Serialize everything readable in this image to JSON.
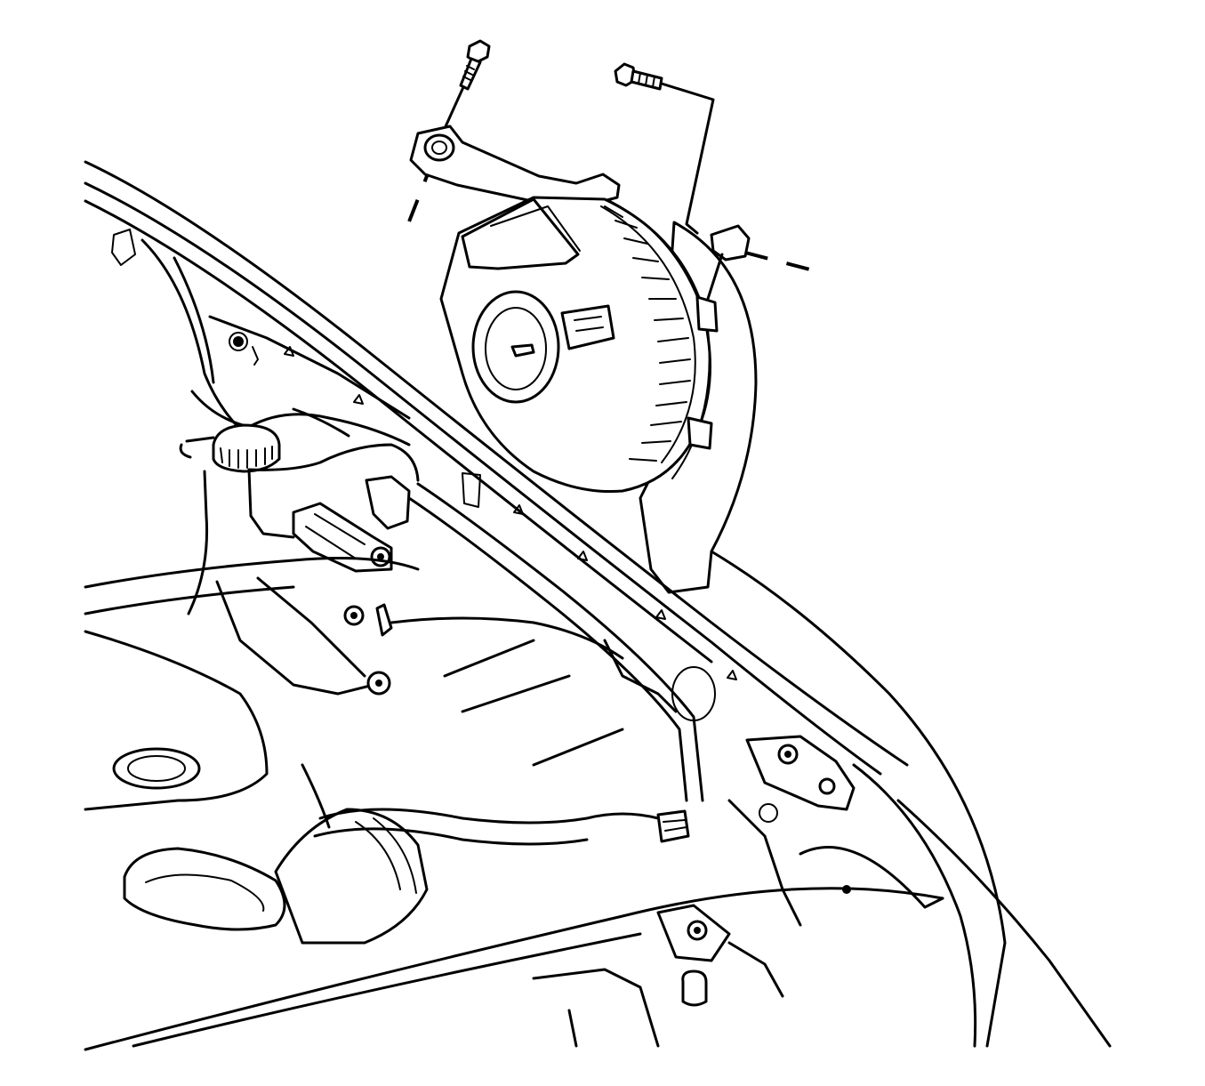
{
  "figure": {
    "line_color": "#000000",
    "background": "#ffffff",
    "components": [
      "bolt-upper-left",
      "bolt-upper-right",
      "blower-motor-assembly",
      "mounting-bracket",
      "coolant-reservoir-cap",
      "hood-seal-cowl",
      "intake-duct",
      "fender-edge"
    ]
  }
}
